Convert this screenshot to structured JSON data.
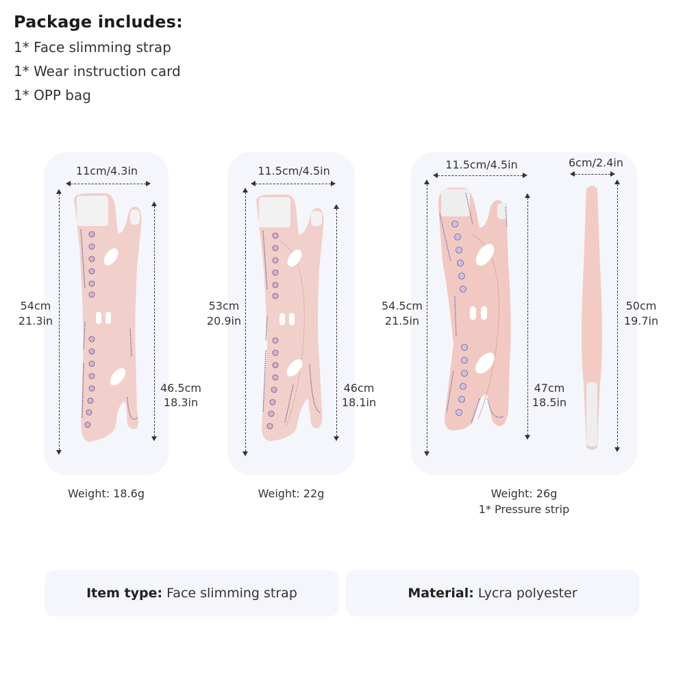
{
  "package": {
    "title": "Package includes:",
    "items": [
      "1* Face slimming strap",
      "1* Wear instruction card",
      "1* OPP bag"
    ]
  },
  "products": [
    {
      "width_label": "11cm/4.3in",
      "length_cm": "54cm",
      "length_in": "21.3in",
      "inner_cm": "46.5cm",
      "inner_in": "18.3in",
      "weight": "Weight: 18.6g"
    },
    {
      "width_label": "11.5cm/4.5in",
      "length_cm": "53cm",
      "length_in": "20.9in",
      "inner_cm": "46cm",
      "inner_in": "18.1in",
      "weight": "Weight: 22g"
    },
    {
      "width_label": "11.5cm/4.5in",
      "length_cm": "54.5cm",
      "length_in": "21.5in",
      "inner_cm": "47cm",
      "inner_in": "18.5in",
      "weight": "Weight: 26g",
      "extra": "1* Pressure strip",
      "strip": {
        "width_label": "6cm/2.4in",
        "length_cm": "50cm",
        "length_in": "19.7in"
      }
    }
  ],
  "info": {
    "item_type_label": "Item type:",
    "item_type_value": "Face slimming strap",
    "material_label": "Material:",
    "material_value": "Lycra polyester"
  },
  "colors": {
    "panel_bg": "#f5f6fc",
    "strap_pink": "#f1cfca",
    "stitch_purple": "#5a4a86",
    "velcro_white": "#f2f2f2"
  }
}
